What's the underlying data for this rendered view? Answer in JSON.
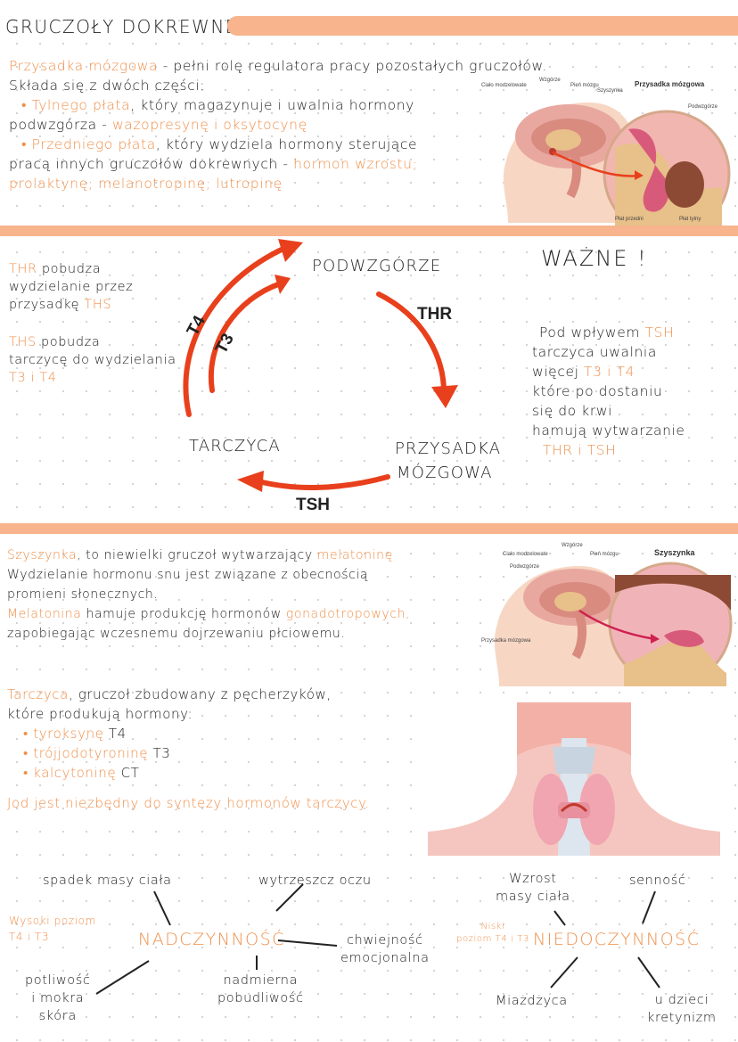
{
  "header": {
    "title": "GRUCZOŁY DOKREWNE"
  },
  "pituitary": {
    "line1_name": "Przysadka mózgowa",
    "line1_rest": " - pełni rolę regulatora pracy pozostałych gruczołów.",
    "line2": "Składa się z dwóch części:",
    "line3_or": "• Tylnego płata",
    "line3_rest": ", który magazynuje i uwalnia hormony",
    "line4_start": "podwzgórza - ",
    "line4_or": "wazopresynę i oksytocynę",
    "line5_or": "• Przedniego płata",
    "line5_rest": ", który wydziela hormony sterujące",
    "line6_start": "pracą innych gruczołów dokrewnych - ",
    "line6_or": "hormon wzrostu;",
    "line7_or": "prolaktynę; melanotropinę; lutropinę",
    "image": {
      "title": "Przysadka mózgowa",
      "labels": [
        "Ciało modzelowate",
        "Wzgórze",
        "Pień mózgu",
        "Szyszynka",
        "Podwzgórze",
        "Płat przedni",
        "Płat tylny"
      ]
    }
  },
  "cycle": {
    "left1_a": "THR",
    "left1_b": " pobudza",
    "left2": "wydzielanie przez",
    "left3_a": "przysadkę ",
    "left3_b": "THS",
    "left4_a": "THS",
    "left4_b": " pobudza",
    "left5": "tarczycę do wydzielania",
    "left6": "T3 i T4",
    "node_top": "PODWZGÓRZE",
    "node_right1": "PRZYSADKA",
    "node_right2": "MÓZGOWA",
    "node_left": "TARCZYCA",
    "arrow_thr": "THR",
    "arrow_tsh": "TSH",
    "arrow_t4": "T4",
    "arrow_t3": "T3",
    "important_title": "WAŻNE !",
    "imp1_a": "Pod wpływem ",
    "imp1_b": "TSH",
    "imp2": "tarczyca uwalnia",
    "imp3_a": "więcej ",
    "imp3_b": "T3 i T4",
    "imp4": "które po dostaniu",
    "imp5": "się do krwi",
    "imp6": "hamują wytwarzanie",
    "imp7": "THR i TSH"
  },
  "pineal": {
    "l1_or": "Szyszynka",
    "l1_mid": ", to niewielki gruczoł wytwarzający ",
    "l1_or2": "melatoninę",
    "l2": "Wydzielanie hormonu snu jest związane z obecnością",
    "l3": "promieni słonecznych.",
    "l4_or": "Melatonina",
    "l4_mid": " hamuje produkcję hormonów ",
    "l4_or2": "gonadotropowych,",
    "l5": "zapobiegając wczesnemu dojrzewaniu płciowemu.",
    "image": {
      "title": "Szyszynka",
      "labels": [
        "Ciało modzelowate",
        "Wzgórze",
        "Pień mózgu",
        "Podwzgórze",
        "Przysadka mózgowa"
      ]
    }
  },
  "thyroid": {
    "l1_or": "Tarczyca",
    "l1_rest": ", gruczoł zbudowany z pęcherzyków,",
    "l2": "które produkują hormony:",
    "b1_or": "• tyroksynę",
    "b1_rest": " T4",
    "b2_or": "• trójjodotyroninę",
    "b2_rest": " T3",
    "b3_or": "• kalcytoninę",
    "b3_rest": " CT",
    "iodine": "Jod jest niezbędny do syntezy hormonów tarczycy."
  },
  "hyper": {
    "center": "NADCZYNNOŚĆ",
    "side1": "Wysoki poziom",
    "side2": "T4 i T3",
    "s1": "spadek masy ciała",
    "s2": "wytrzeszcz oczu",
    "s3a": "chwiejność",
    "s3b": "emocjonalna",
    "s4a": "nadmierna",
    "s4b": "pobudliwość",
    "s5a": "potliwość",
    "s5b": "i mokra",
    "s5c": "skóra"
  },
  "hypo": {
    "center": "NIEDOCZYNNOŚĆ",
    "side1": "Niski",
    "side2": "poziom T4 i T3",
    "s1a": "Wzrost",
    "s1b": "masy ciała",
    "s2": "senność",
    "s3": "Miażdżyca",
    "s4a": "u dzieci",
    "s4b": "kretynizm"
  },
  "colors": {
    "accent": "#ef8f4a",
    "band": "#f7b48d",
    "arrow": "#e8401c"
  }
}
